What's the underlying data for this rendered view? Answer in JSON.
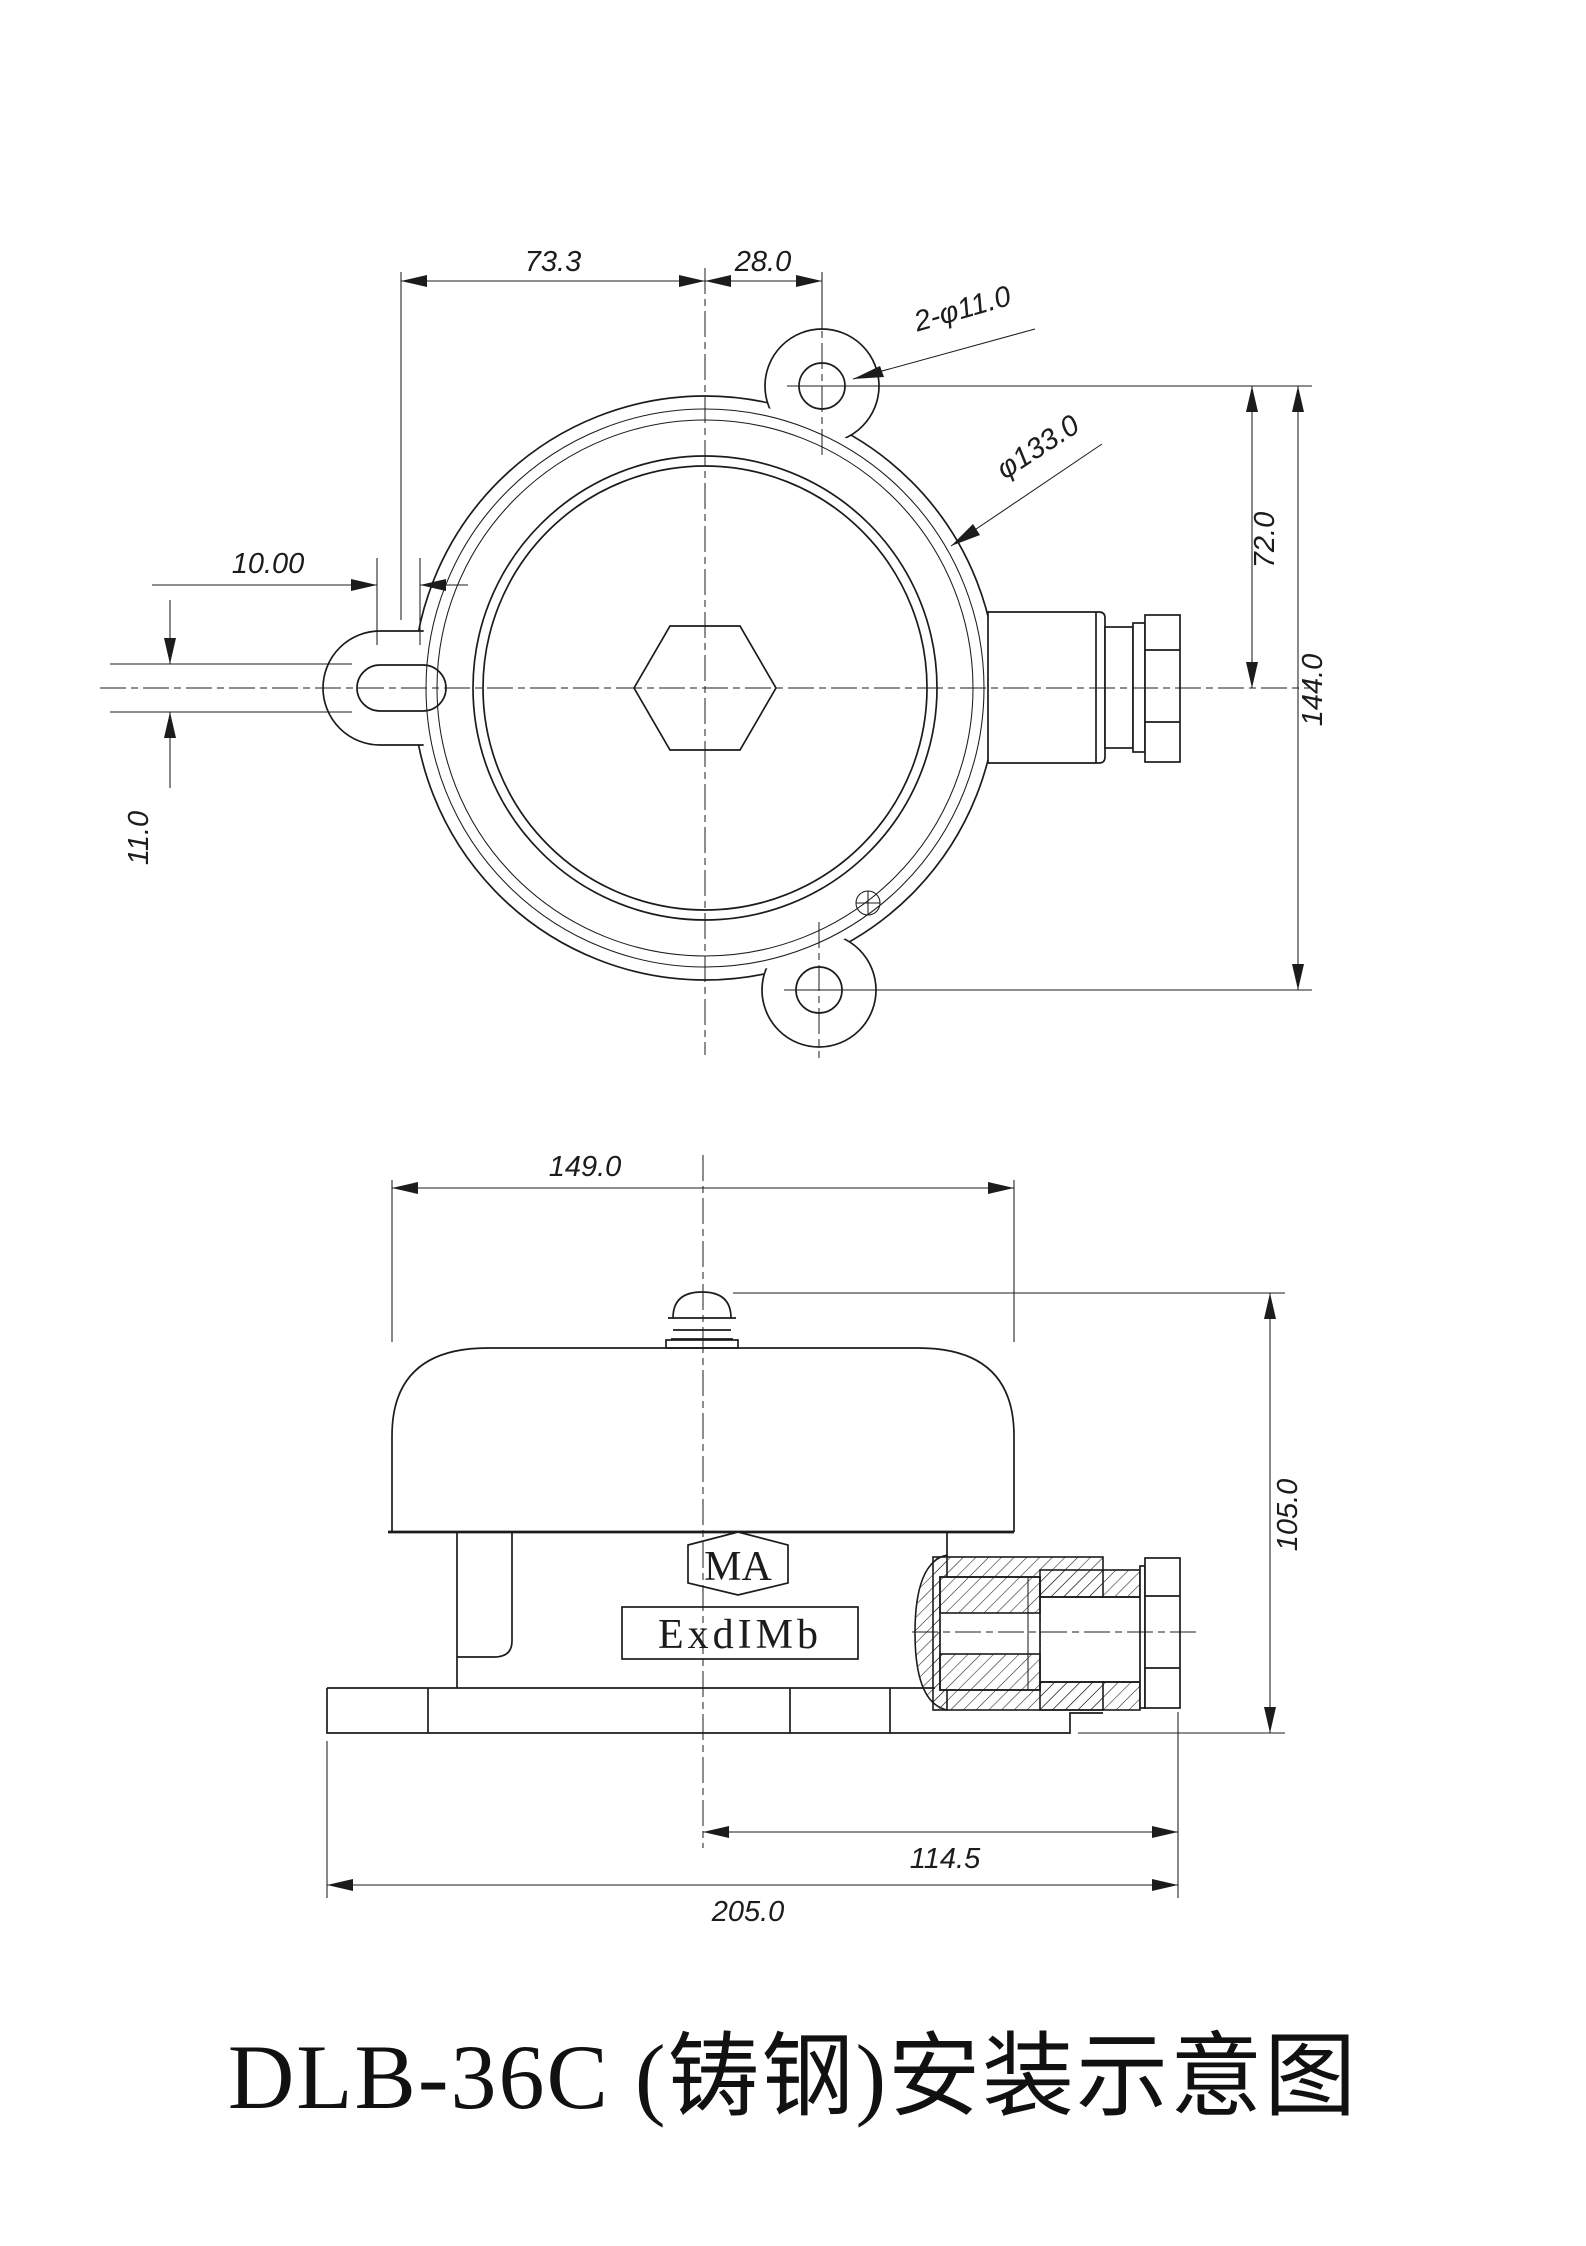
{
  "title": "DLB-36C (铸钢)安装示意图",
  "views": {
    "top": {
      "dims": {
        "ear_offset_x": "73.3",
        "hole_offset_x": "28.0",
        "mount_holes": "2-φ11.0",
        "flange_dia": "φ133.0",
        "slot_length": "10.00",
        "slot_width": "11.0",
        "hole_offset_y": "72.0",
        "hole_pitch_y": "144.0"
      }
    },
    "front": {
      "dims": {
        "bell_width": "149.0",
        "overall_height": "105.0",
        "gland_reach": "114.5",
        "overall_width": "205.0"
      },
      "labels": {
        "ma_badge": "MA",
        "ex_rating": "ExdIMb"
      }
    }
  }
}
